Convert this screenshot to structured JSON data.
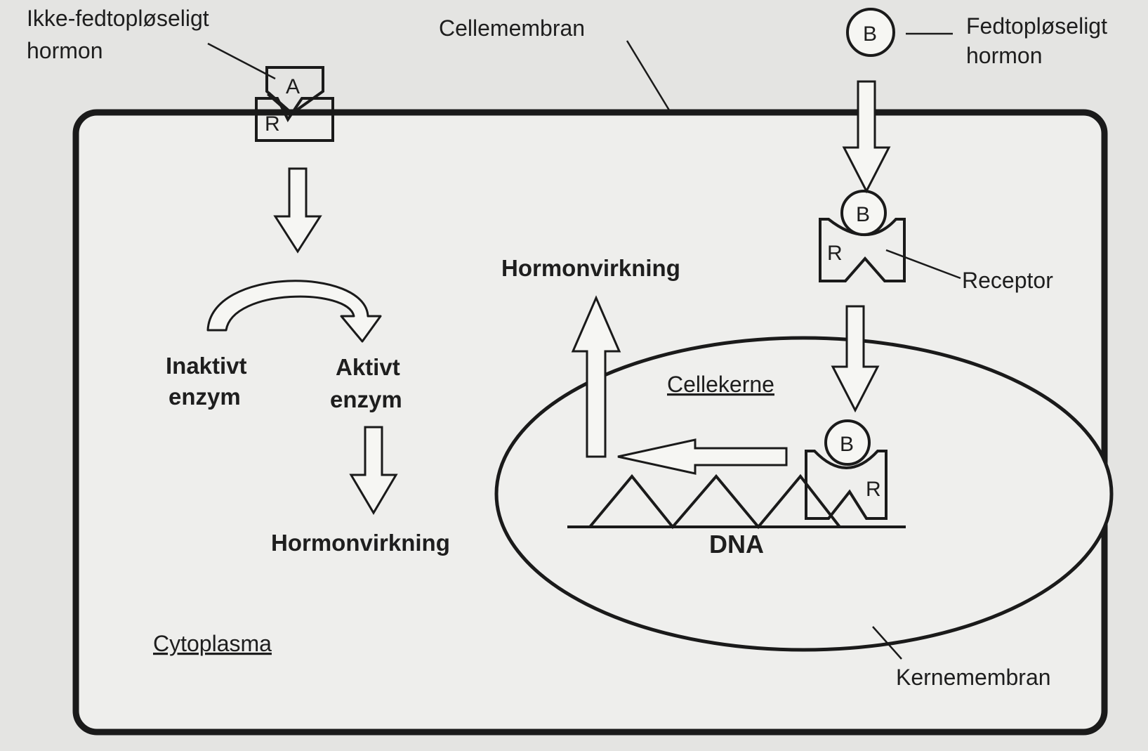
{
  "labels": {
    "lipid_insoluble_hormone_line1": "Ikke-fedtopløseligt",
    "lipid_insoluble_hormone_line2": "hormon",
    "cell_membrane": "Cellemembran",
    "lipid_soluble_hormone_line1": "Fedtopløseligt",
    "lipid_soluble_hormone_line2": "hormon",
    "receptor": "Receptor",
    "hormone_action_top": "Hormonvirkning",
    "hormone_action_bottom": "Hormonvirkning",
    "inactive_enzyme_line1": "Inaktivt",
    "inactive_enzyme_line2": "enzym",
    "active_enzyme_line1": "Aktivt",
    "active_enzyme_line2": "enzym",
    "nucleus": "Cellekerne",
    "dna": "DNA",
    "cytoplasm": "Cytoplasma",
    "nuclear_membrane": "Kernemembran"
  },
  "symbols": {
    "hormone_a": "A",
    "hormone_b": "B",
    "receptor_r": "R"
  },
  "colors": {
    "background": "#e4e4e2",
    "ink": "#1a1a1a",
    "fill": "#f6f6f3"
  }
}
